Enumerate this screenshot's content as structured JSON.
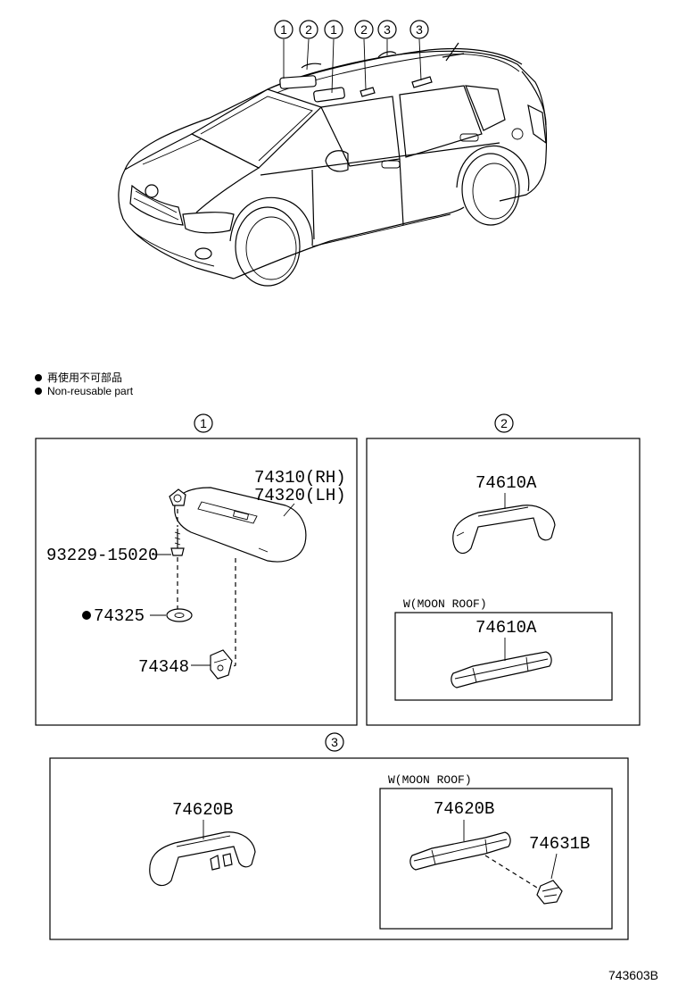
{
  "callouts": {
    "c1": "1",
    "c2": "2",
    "c3": "3"
  },
  "legend": {
    "jp": "再使用不可部品",
    "en": "Non-reusable part"
  },
  "box1": {
    "visor_rh": "74310(RH)",
    "visor_lh": "74320(LH)",
    "screw": "93229-15020",
    "washer": "74325",
    "holder": "74348"
  },
  "box2": {
    "grip": "74610A",
    "sub_label": "W(MOON ROOF)",
    "grip_moonroof": "74610A"
  },
  "box3": {
    "grip": "74620B",
    "sub_label": "W(MOON ROOF)",
    "grip_moonroof": "74620B",
    "clip": "74631B"
  },
  "figure_id": "743603B"
}
